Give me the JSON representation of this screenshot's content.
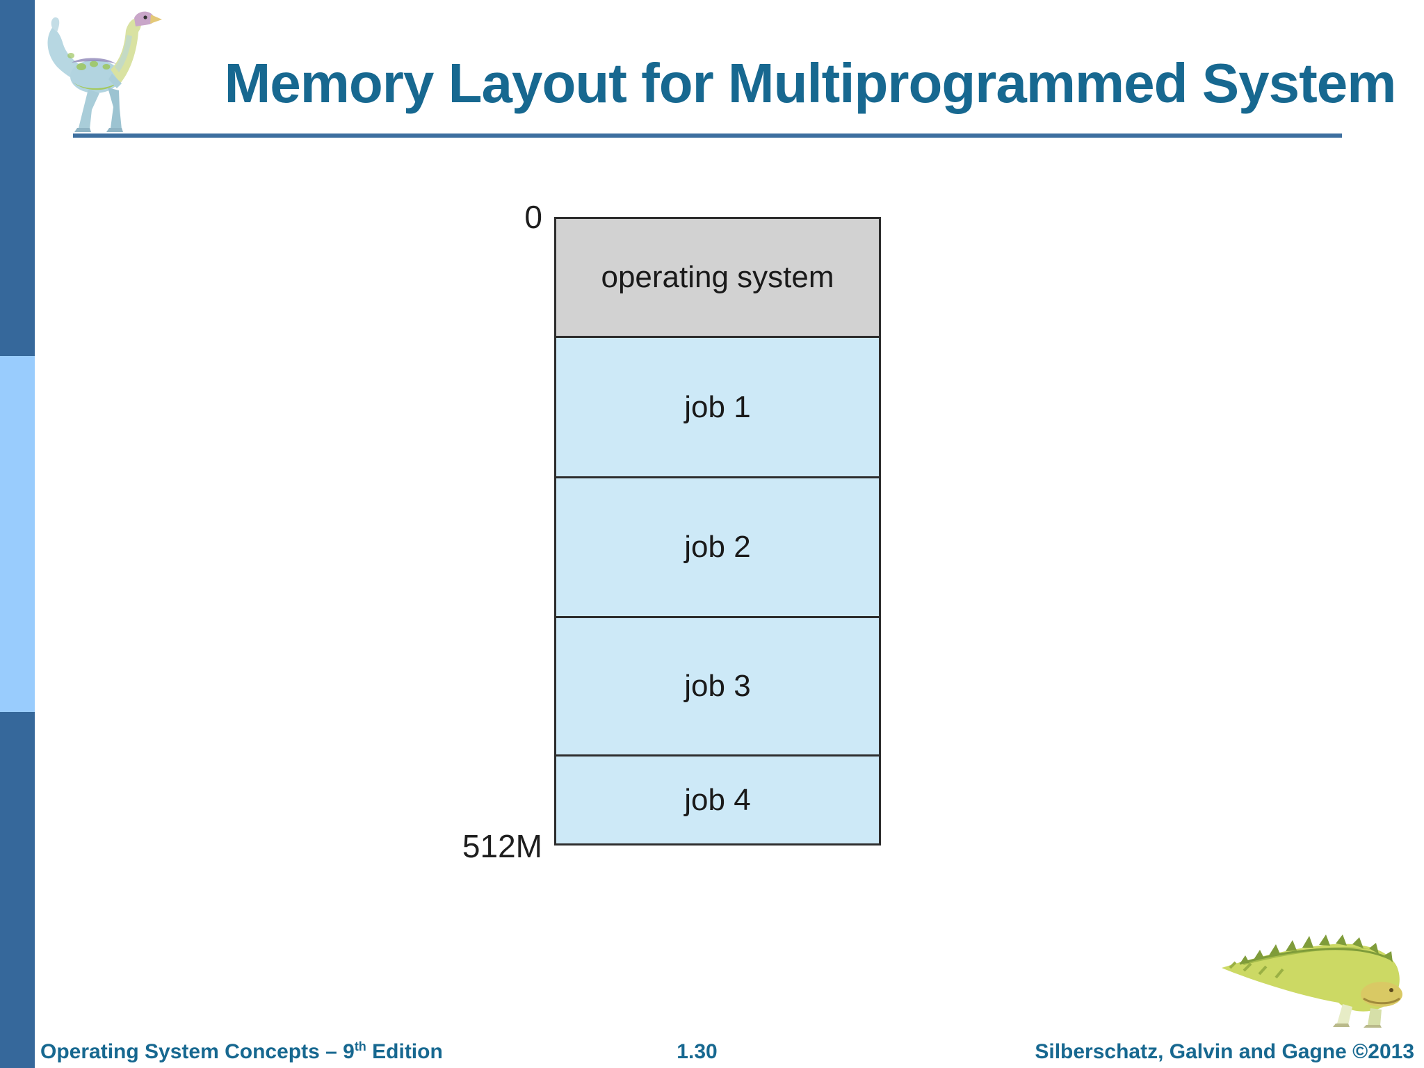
{
  "title": "Memory Layout for Multiprogrammed System",
  "diagram": {
    "start_address_label": "0",
    "end_address_label": "512M",
    "segments": [
      {
        "label": "operating system"
      },
      {
        "label": "job 1"
      },
      {
        "label": "job 2"
      },
      {
        "label": "job 3"
      },
      {
        "label": "job 4"
      }
    ]
  },
  "footer": {
    "book_prefix": "Operating System Concepts – 9",
    "book_superscript": "th",
    "book_suffix": " Edition",
    "page_number": "1.30",
    "authors": "Silberschatz, Galvin and Gagne ©2013"
  },
  "icons": {
    "top_left": "dinosaur-logo",
    "bottom_right": "dinosaur-illustration"
  },
  "colors": {
    "accent_text": "#176890",
    "title_rule": "#3d6f9f",
    "sidebar_dark": "#36689b",
    "sidebar_light": "#99ccfd",
    "os_segment_fill": "#d2d2d2",
    "job_segment_fill": "#cde9f7",
    "segment_border": "#2d2d2d"
  }
}
